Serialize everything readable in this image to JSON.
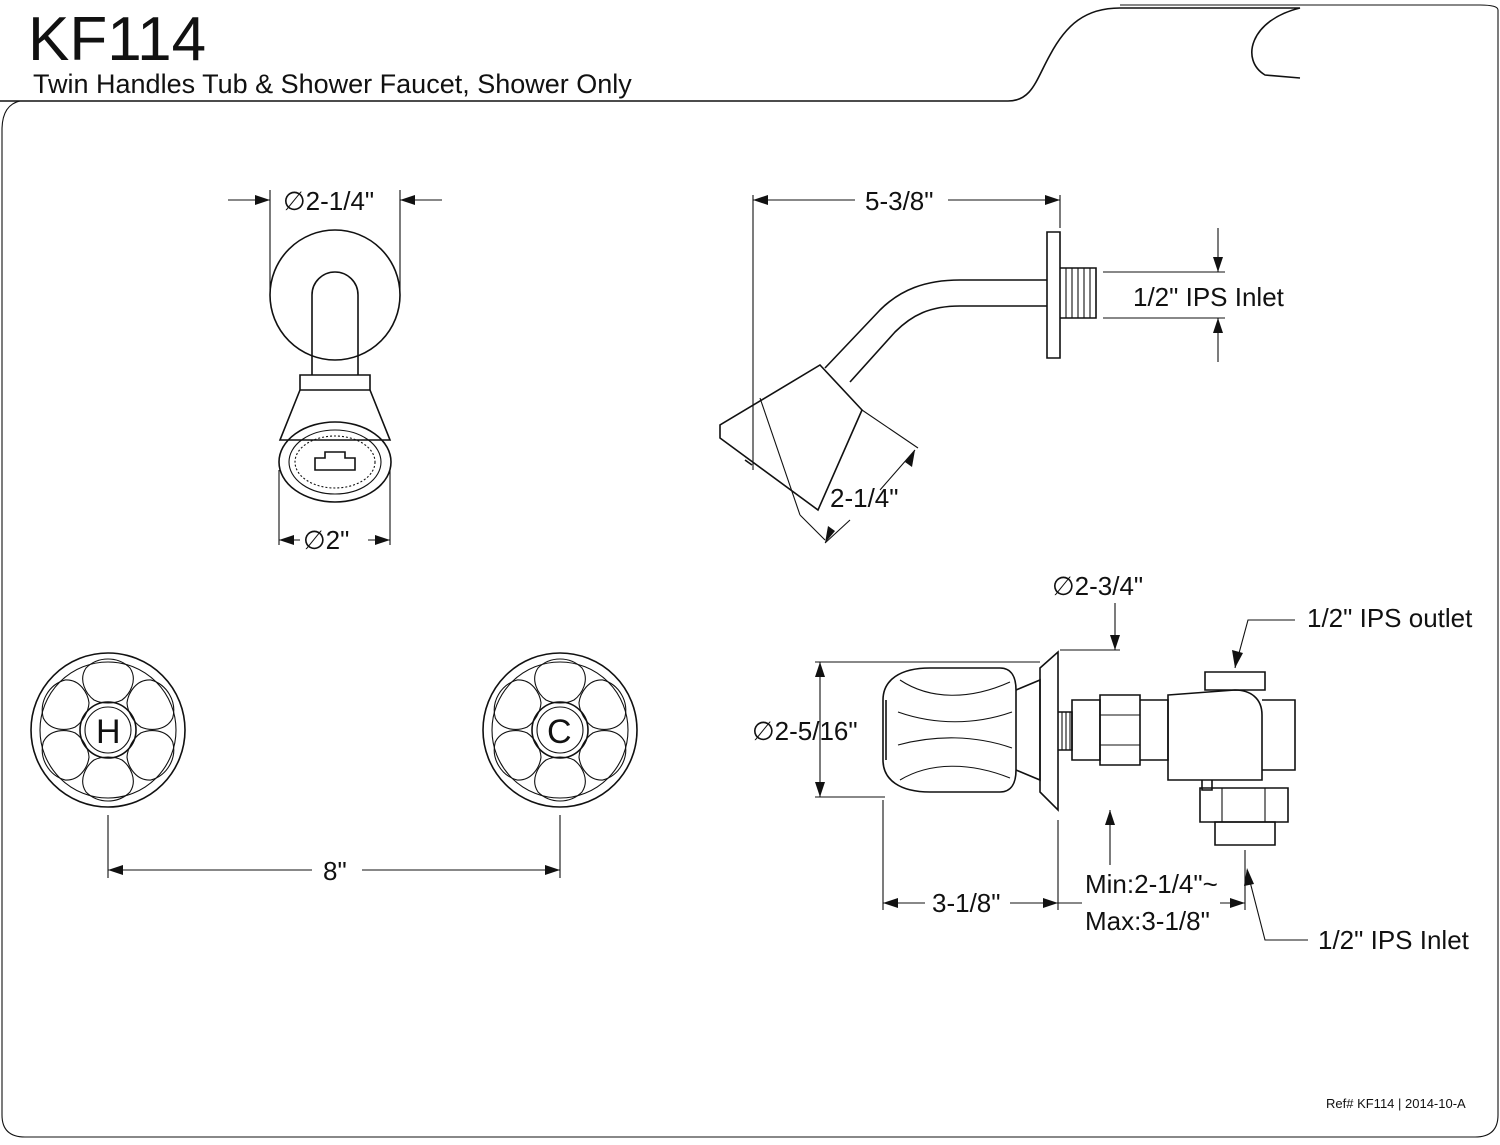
{
  "title": {
    "model": "KF114",
    "subtitle": "Twin Handles Tub & Shower Faucet, Shower Only"
  },
  "dimensions": {
    "flange_diameter": "∅2-1/4\"",
    "head_diameter": "∅2\"",
    "arm_reach": "5-3/8\"",
    "arm_inlet": "1/2\" IPS Inlet",
    "head_length": "2-1/4\"",
    "handle_spacing": "8\"",
    "escutcheon_diameter": "∅2-3/4\"",
    "handle_diameter": "∅2-5/16\"",
    "handle_depth": "3-1/8\"",
    "valve_depth_min": "Min:2-1/4\"~",
    "valve_depth_max": "Max:3-1/8\"",
    "valve_outlet": "1/2\" IPS outlet",
    "valve_inlet": "1/2\" IPS Inlet"
  },
  "handles": {
    "hot_label": "H",
    "cold_label": "C"
  },
  "footer": {
    "ref": "Ref# KF114 | 2014-10-A"
  }
}
